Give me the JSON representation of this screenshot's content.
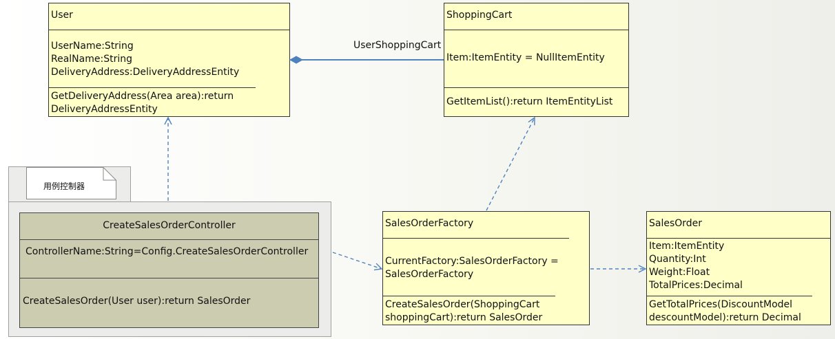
{
  "classes": {
    "user": {
      "name": "User",
      "attributes": [
        "UserName:String",
        "RealName:String",
        "DeliveryAddress:DeliveryAddressEntity"
      ],
      "methods": [
        "GetDeliveryAddress(Area area):return DeliveryAddressEntity"
      ]
    },
    "shopping_cart": {
      "name": "ShoppingCart",
      "attributes": [
        "Item:ItemEntity = NullItemEntity"
      ],
      "methods": [
        "GetItemList():return ItemEntityList"
      ]
    },
    "controller": {
      "name": "CreateSalesOrderController",
      "attributes": [
        "ControllerName:String=Config.CreateSalesOrderController"
      ],
      "methods": [
        "CreateSalesOrder(User user):return SalesOrder"
      ]
    },
    "factory": {
      "name": "SalesOrderFactory",
      "attributes": [
        "CurrentFactory:SalesOrderFactory = SalesOrderFactory"
      ],
      "methods": [
        "CreateSalesOrder(ShoppingCart shoppingCart):return SalesOrder"
      ]
    },
    "sales_order": {
      "name": "SalesOrder",
      "attributes": [
        "Item:ItemEntity",
        "Quantity:Int",
        "Weight:Float",
        "TotalPrices:Decimal"
      ],
      "methods": [
        "GetTotalPrices(DiscountModel descountModel):return Decimal"
      ]
    }
  },
  "package": {
    "label": "用例控制器"
  },
  "association": {
    "label": "UserShoppingCart"
  },
  "colors": {
    "class_fill": "#ffffc8",
    "controller_fill": "#ccccb0",
    "link": "#4f81bd"
  }
}
